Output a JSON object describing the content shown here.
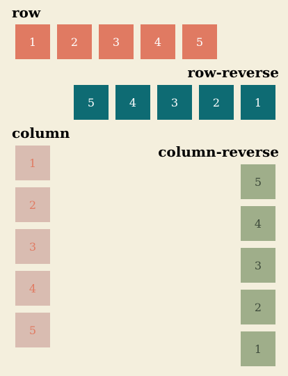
{
  "sections": [
    {
      "id": "row",
      "title": "row",
      "items": [
        "1",
        "2",
        "3",
        "4",
        "5"
      ]
    },
    {
      "id": "row-reverse",
      "title": "row-reverse",
      "items": [
        "5",
        "4",
        "3",
        "2",
        "1"
      ]
    },
    {
      "id": "column",
      "title": "column",
      "items": [
        "1",
        "2",
        "3",
        "4",
        "5"
      ]
    },
    {
      "id": "column-reverse",
      "title": "column-reverse",
      "items": [
        "5",
        "4",
        "3",
        "2",
        "1"
      ]
    }
  ]
}
